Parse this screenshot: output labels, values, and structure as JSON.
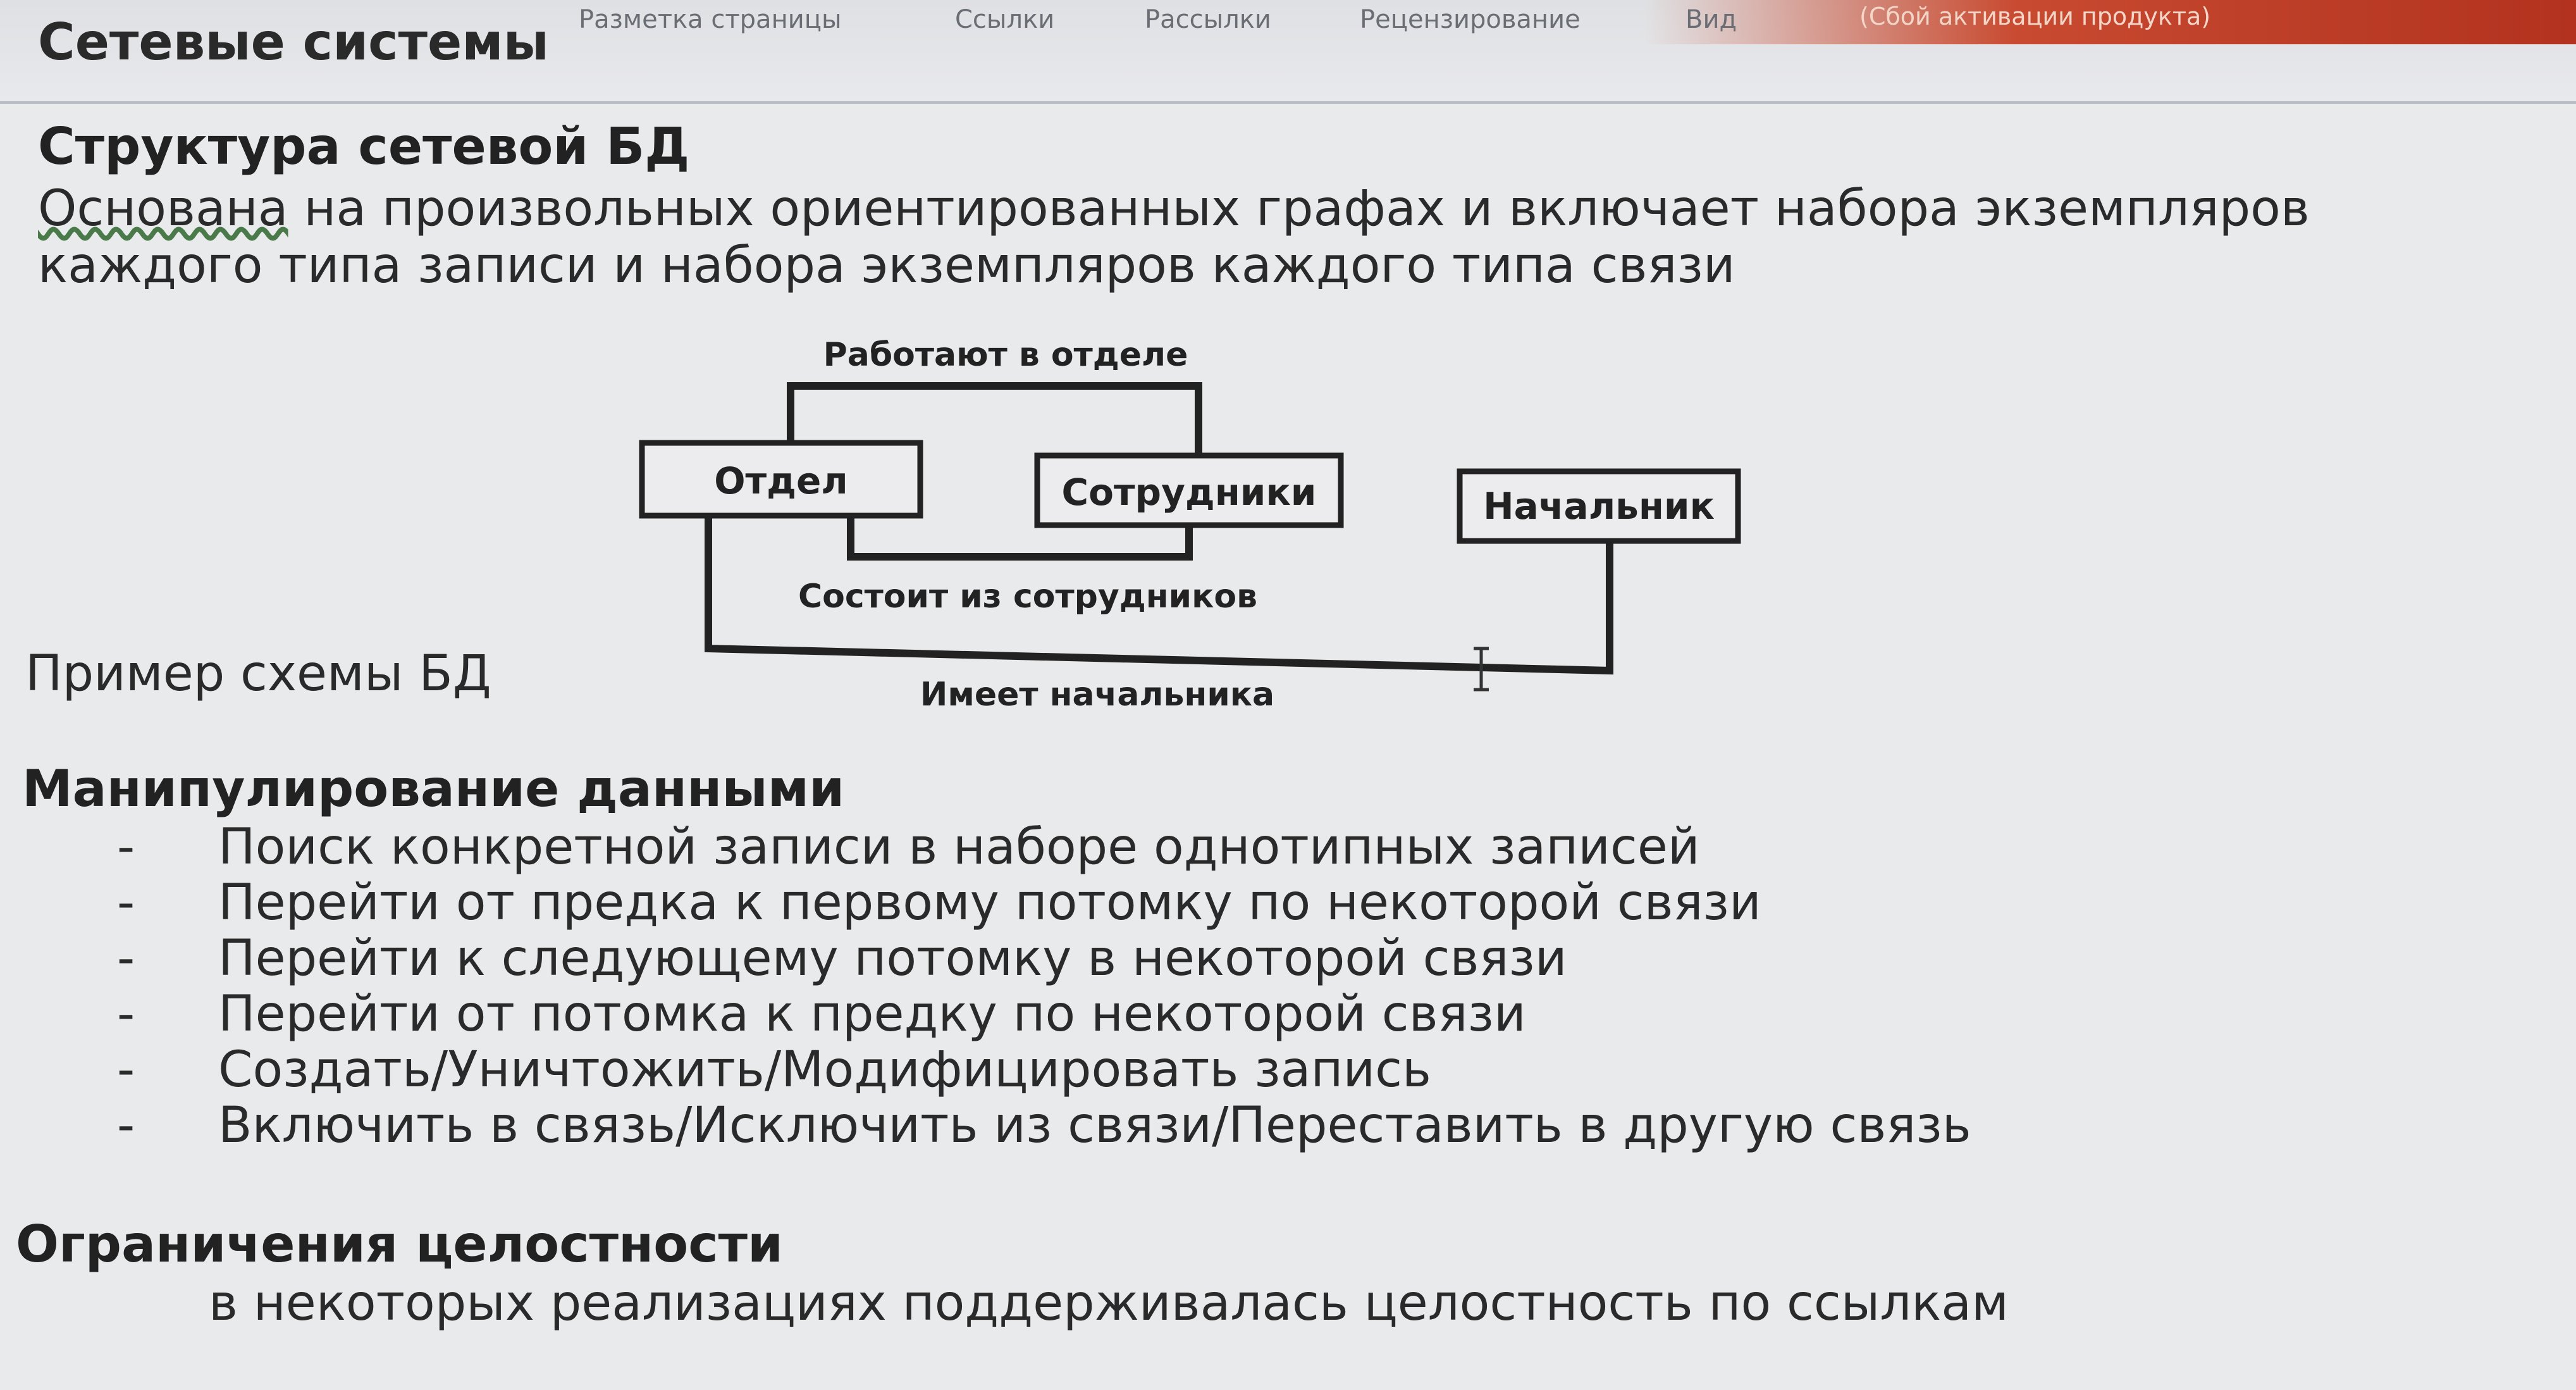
{
  "ribbon": {
    "tabs": [
      "Разметка страницы",
      "Ссылки",
      "Рассылки",
      "Рецензирование",
      "Вид"
    ],
    "activation_notice": "(Сбой активации продукта)"
  },
  "slide": {
    "title": "Сетевые системы",
    "structure": {
      "heading": "Структура сетевой БД",
      "desc_word1": "Основана",
      "desc_rest1": " на произвольных ориентированных графах и включает набора экземпляров",
      "desc2": "каждого типа записи и набора экземпляров каждого типа связи"
    },
    "example_label": "Пример схемы БД",
    "diagram": {
      "nodes": [
        "Отдел",
        "Сотрудники",
        "Начальник"
      ],
      "edges": [
        "Работают в отделе",
        "Состоит из сотрудников",
        "Имеет начальника"
      ]
    },
    "manipulation": {
      "heading": "Манипулирование данными",
      "items": [
        "Поиск конкретной записи в наборе однотипных записей",
        "Перейти от предка к первому потомку по некоторой связи",
        "Перейти к следующему потомку в некоторой связи",
        "Перейти от потомка к предку по некоторой связи",
        "Создать/Уничтожить/Модифицировать запись",
        "Включить в связь/Исключить из связи/Переставить в другую связь"
      ]
    },
    "integrity": {
      "heading": "Ограничения целостности",
      "text": "в некоторых реализациях поддерживалась целостность по ссылкам"
    }
  }
}
